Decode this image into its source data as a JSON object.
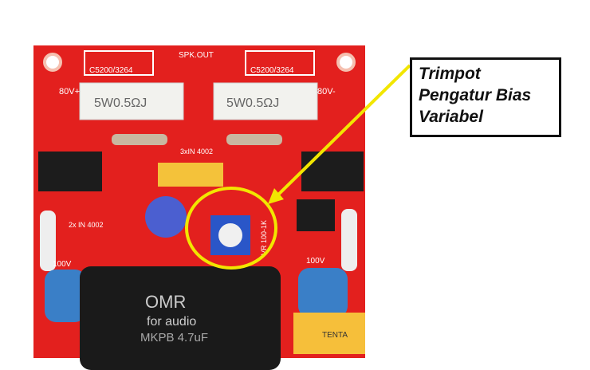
{
  "callout": {
    "lines": [
      "Trimpot",
      "Pengatur Bias",
      "Variabel"
    ]
  },
  "board_labels": {
    "spk_out": "SPK.OUT",
    "transistor_left": "C5200/3264",
    "transistor_right": "C5200/3264",
    "resistor_left": "5W0.5ΩJ",
    "resistor_right": "5W0.5ΩJ",
    "v_plus": "80V+",
    "v_minus": "80V-",
    "diodes_top": "3xIN 4002",
    "diodes_left": "2x IN 4002",
    "cap_left": "100V",
    "cap_right": "100V",
    "trimpot": "VR 100-1K",
    "cap_brand": "TENTA",
    "omr": "OMR",
    "omr_sub": "for audio",
    "omr_value": "MKPB 4.7uF"
  },
  "colors": {
    "pcb": "#e3201e",
    "highlight": "#f2e600",
    "arrow": "#f2e600"
  }
}
